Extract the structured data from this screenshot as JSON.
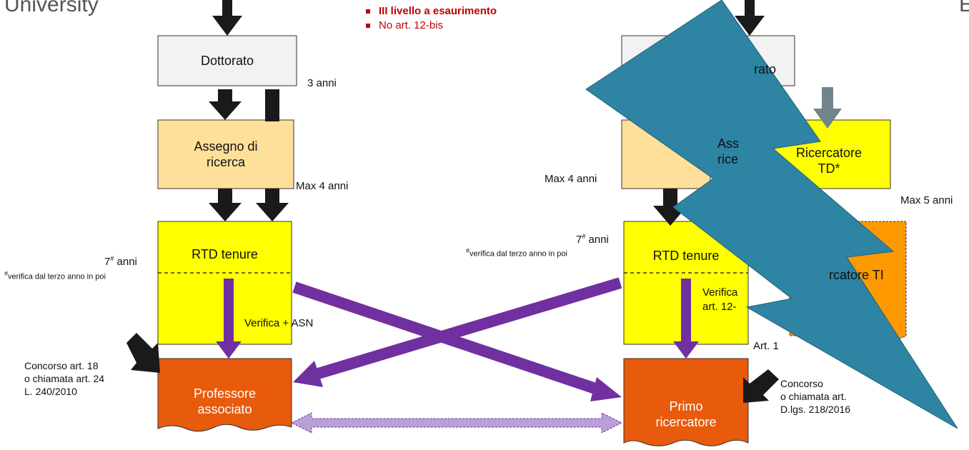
{
  "header": {
    "left_title": "University",
    "right_title": "E"
  },
  "notes": [
    {
      "text": "III livello a esaurimento",
      "bold": true
    },
    {
      "text": "No art. 12-bis",
      "bold": false
    }
  ],
  "left": {
    "dottorato": "Dottorato",
    "dottorato_years": "3 anni",
    "assegno_line1": "Assegno di",
    "assegno_line2": "ricerca",
    "assegno_years": "Max 4 anni",
    "rtd": "RTD tenure",
    "rtd_years_num": "7",
    "rtd_years_sup": "#",
    "rtd_years_unit": " anni",
    "rtd_note_sup": "#",
    "rtd_note": "verifica dal terzo anno in poi",
    "verifica": "Verifica + ASN",
    "concorso_line1": "Concorso art. 18",
    "concorso_line2": "o chiamata art. 24",
    "concorso_line3": "L. 240/2010",
    "professore_line1": "Professore",
    "professore_line2": "associato"
  },
  "right": {
    "dottorato": "rato",
    "assegno_line1": "Ass",
    "assegno_line2": "rice",
    "assegno_years": "Max 4 anni",
    "ricercatore_td_line1": "Ricercatore",
    "ricercatore_td_line2": "TD*",
    "ricercatore_td_years": "Max 5 anni",
    "rtd": "RTD tenure",
    "rtd_years_num": "7",
    "rtd_years_sup": "#",
    "rtd_years_unit": " anni",
    "rtd_note_sup": "#",
    "rtd_note": "verifica dal terzo anno in poi",
    "ricercatore_ti": "rcatore TI",
    "verifica_line1": "Verifica",
    "verifica_line2": "art. 12-",
    "art_label": "Art. 1",
    "concorso_line1": "Concorso",
    "concorso_line2": "o chiamata art.",
    "concorso_line3": "D.lgs. 218/2016",
    "primo_line1": "Primo",
    "primo_line2": "ricercatore"
  },
  "colors": {
    "dottorato": "#f2f2f2",
    "assegno": "#ffe09a",
    "rtd": "#ffff00",
    "professore": "#e85a0c",
    "ricercatore_ti": "#ff9900",
    "arrow_black": "#1a1a1a",
    "arrow_purple": "#7030a0",
    "arrow_light_purple": "#b9a0d6",
    "arrow_gray": "#6f858b",
    "lightning": "#2e84a3"
  }
}
